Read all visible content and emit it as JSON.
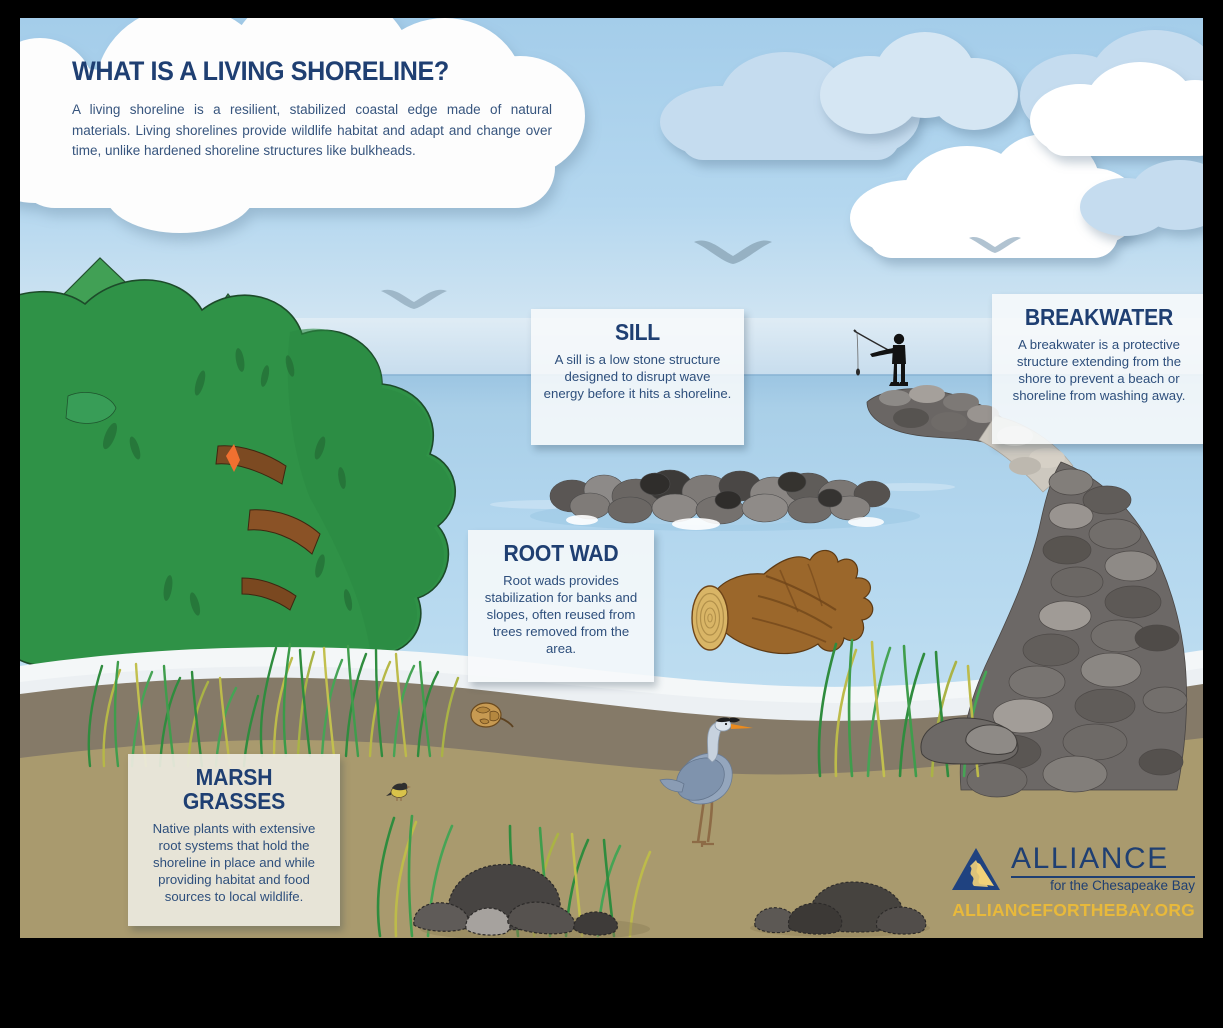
{
  "poster": {
    "title": "WHAT IS A LIVING SHORELINE?",
    "intro": "A living shoreline is a resilient, stabilized coastal edge made of natural materials. Living shorelines provide wildlife habitat and adapt and change over time, unlike hardened shoreline structures like bulkheads."
  },
  "callouts": [
    {
      "key": "sill",
      "title": "SILL",
      "body": "A sill is a low stone structure designed to disrupt wave energy before it hits a shoreline."
    },
    {
      "key": "breakwater",
      "title": "BREAKWATER",
      "body": "A breakwater is a protective structure extending from the shore to prevent a beach or shoreline from washing away."
    },
    {
      "key": "root_wad",
      "title": "ROOT WAD",
      "body": "Root wads provides stabilization for banks and slopes, often reused from trees removed from the area."
    },
    {
      "key": "marsh_grasses",
      "title": "MARSH GRASSES",
      "body": "Native plants with extensive root systems that hold the shoreline in place and while providing habitat and food sources to local wildlife."
    }
  ],
  "logo": {
    "name": "ALLIANCE",
    "tagline": "for the Chesapeake Bay",
    "url": "ALLIANCEFORTHEBAY.ORG"
  },
  "scene": {
    "elements": [
      "sky",
      "clouds",
      "seagulls",
      "water",
      "horizon",
      "forest-trees",
      "marsh-grasses",
      "root-wad-log",
      "sill-rocks",
      "breakwater-rocks",
      "fisherman",
      "great-blue-heron",
      "songbird",
      "terrapin",
      "shore-rocks",
      "beach-sand"
    ]
  },
  "colors": {
    "navy": "#1f3f72",
    "body_blue": "#2e4f7c",
    "gold": "#e8b93b",
    "sky": "#a8d0ea",
    "water": "#b0d5ee",
    "forest_green": "#2f9247",
    "dry_sand": "#a99a6e",
    "wet_sand": "#857a68",
    "rock_gray": "#6f6d6c"
  }
}
